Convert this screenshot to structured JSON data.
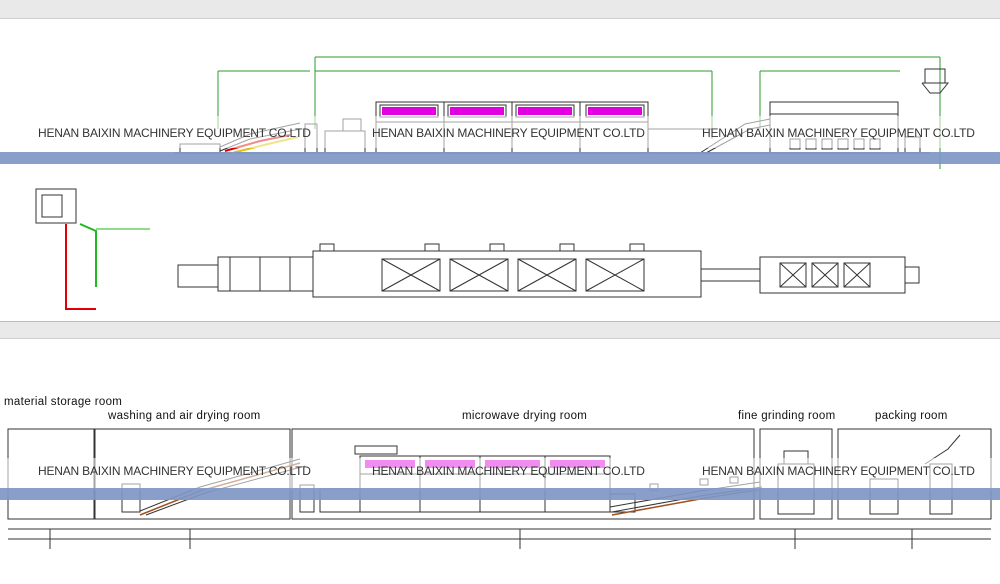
{
  "watermark": "HENAN BAIXIN MACHINERY EQUIPMENT CO.LTD",
  "rooms": {
    "material_storage": "material storage room",
    "washing": "washing and air drying room",
    "microwave": "microwave drying room",
    "fine_grinding": "fine grinding room",
    "packing": "packing room"
  },
  "colors": {
    "stripe": "#7f97c4",
    "magenta": "#e000e0",
    "green": "#1fb81f",
    "red": "#e00000",
    "line": "#333333"
  }
}
